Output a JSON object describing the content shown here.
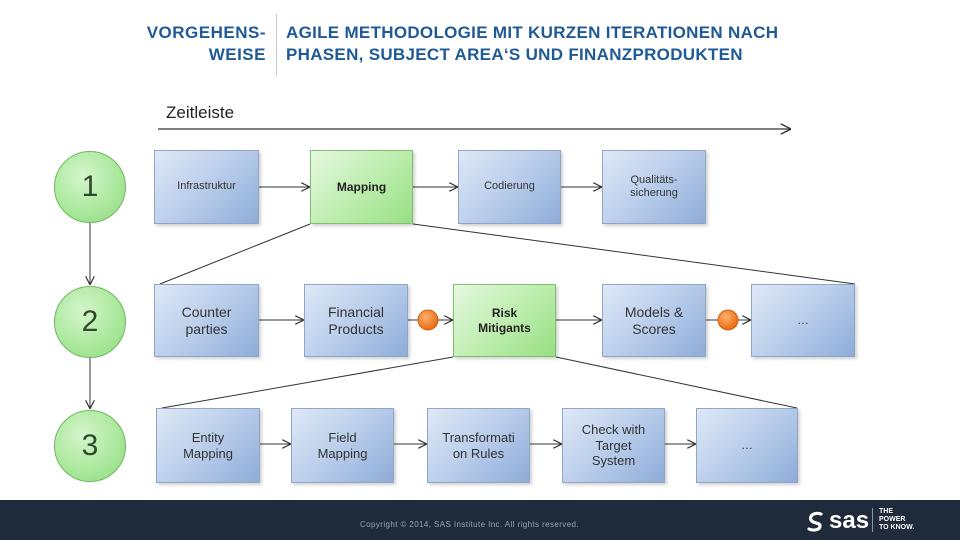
{
  "header": {
    "left_title_line1": "VORGEHENS-",
    "left_title_line2": "WEISE",
    "right_title_line1": "AGILE METHODOLOGIE MIT KURZEN ITERATIONEN NACH",
    "right_title_line2": "PHASEN, SUBJECT AREA‘S UND FINANZPRODUKTEN"
  },
  "timeline": {
    "label": "Zeitleiste"
  },
  "steps": [
    "1",
    "2",
    "3"
  ],
  "row1": [
    "Infrastruktur",
    "Mapping",
    "Codierung",
    "Qualitäts-\nsicherung"
  ],
  "row2": [
    "Counter\nparties",
    "Financial\nProducts",
    "Risk\nMitigants",
    "Models &\nScores",
    "…"
  ],
  "row3": [
    "Entity\nMapping",
    "Field\nMapping",
    "Transformati\non Rules",
    "Check with\nTarget\nSystem",
    "…"
  ],
  "colors": {
    "title_blue": "#1f5a96",
    "green_box": "#a9e79a",
    "blue_box": "#b9cdeb",
    "milestone_orange": "#f07a1a",
    "footer_bg": "#1f2a3a"
  },
  "footer": {
    "copyright": "Copyright © 2014, SAS Institute Inc. All rights reserved.",
    "logo": "sas",
    "tagline_line1": "THE",
    "tagline_line2": "POWER",
    "tagline_line3": "TO KNOW."
  }
}
